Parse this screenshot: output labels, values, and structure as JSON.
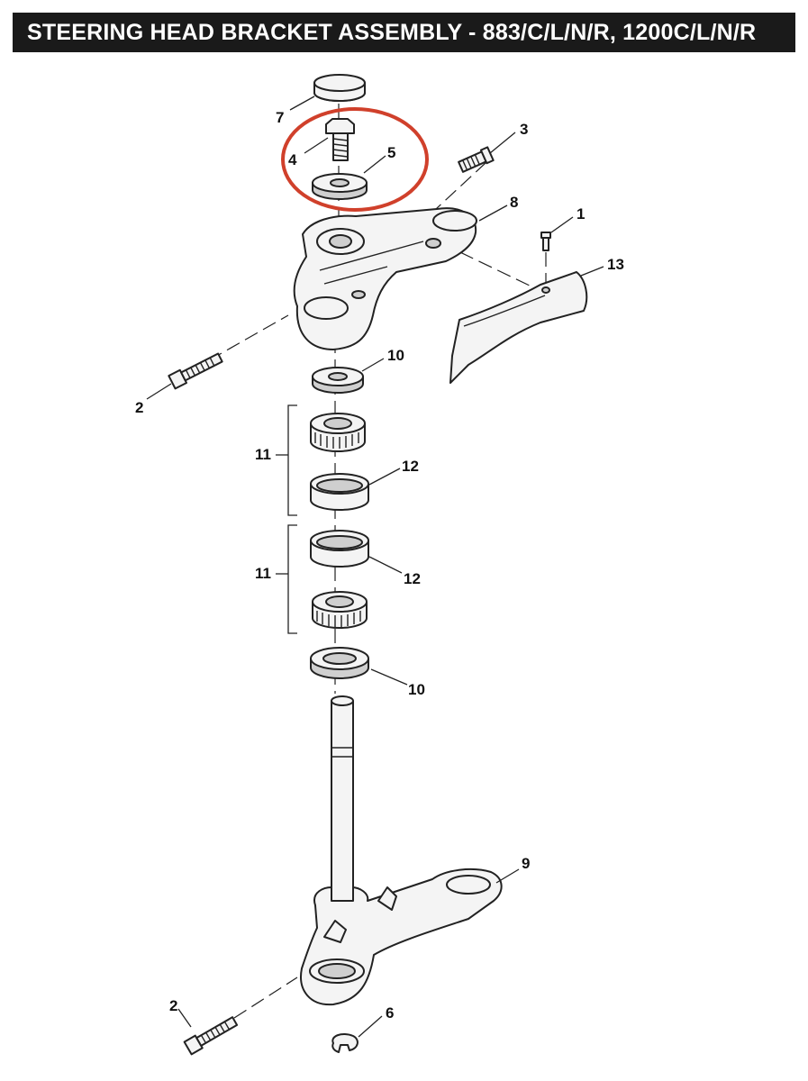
{
  "title": "STEERING HEAD BRACKET ASSEMBLY - 883/C/L/N/R, 1200C/L/N/R",
  "colors": {
    "title_bg": "#1a1a1a",
    "title_text": "#ffffff",
    "highlight": "#d0402b"
  },
  "callouts": {
    "c1": "1",
    "c2a": "2",
    "c2b": "2",
    "c3": "3",
    "c4": "4",
    "c5": "5",
    "c6": "6",
    "c7": "7",
    "c8": "8",
    "c9": "9",
    "c10a": "10",
    "c10b": "10",
    "c11a": "11",
    "c11b": "11",
    "c12a": "12",
    "c12b": "12",
    "c13": "13"
  }
}
